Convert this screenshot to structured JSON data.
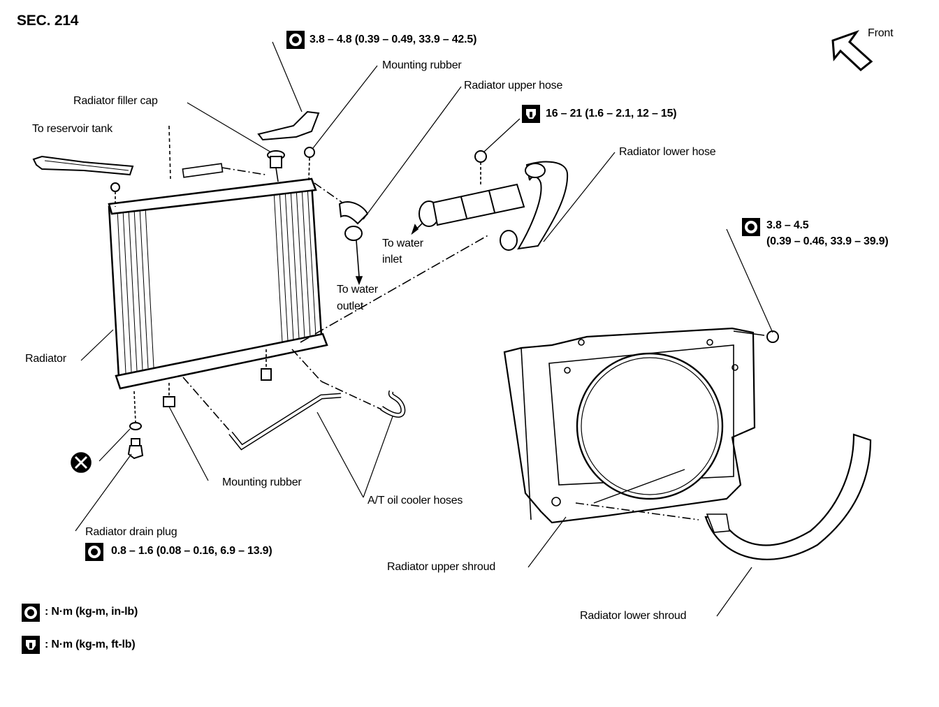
{
  "section": "SEC. 214",
  "front_label": "Front",
  "labels": {
    "bracket_torque": "3.8 – 4.8 (0.39 – 0.49, 33.9 – 42.5)",
    "mounting_rubber_top": "Mounting rubber",
    "upper_hose": "Radiator upper hose",
    "filler_cap": "Radiator filler cap",
    "hose_clamp_torque": "16 – 21 (1.6 – 2.1, 12 – 15)",
    "reservoir": "To reservoir tank",
    "lower_hose": "Radiator lower hose",
    "shroud_bolt_torque_1": "3.8 – 4.5",
    "shroud_bolt_torque_2": "(0.39 – 0.46, 33.9 – 39.9)",
    "water_inlet_1": "To water",
    "water_inlet_2": "inlet",
    "water_outlet_1": "To water",
    "water_outlet_2": "outlet",
    "radiator": "Radiator",
    "mounting_rubber_bottom": "Mounting rubber",
    "at_oil_cooler": "A/T oil cooler hoses",
    "drain_plug": "Radiator drain plug",
    "drain_torque": "0.8 – 1.6 (0.08 – 0.16, 6.9 – 13.9)",
    "upper_shroud": "Radiator upper shroud",
    "lower_shroud": "Radiator lower shroud"
  },
  "legend": [
    {
      "icon": "bolt-torque-icon",
      "text": ": N·m (kg-m, in-lb)"
    },
    {
      "icon": "clamp-torque-icon",
      "text": ": N·m (kg-m, ft-lb)"
    }
  ]
}
